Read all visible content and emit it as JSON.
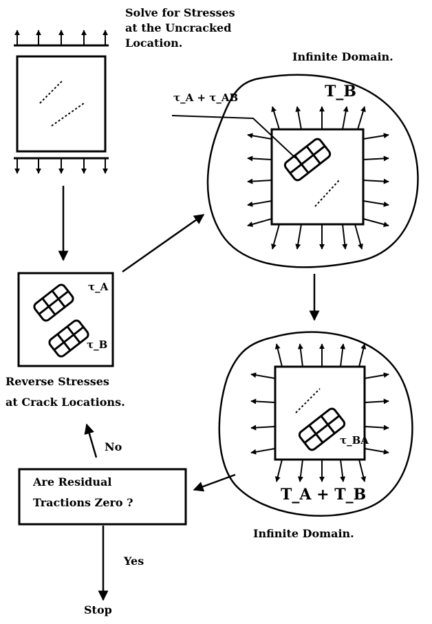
{
  "top_label": [
    "Solve for Stresses",
    "at the Uncracked",
    "Location."
  ],
  "infinite_domain_top": "Infinite Domain.",
  "infinite_domain_bottom": "Infinite Domain.",
  "tau_a_plus_tau_ab": "τ_A + τ_AB",
  "t_b": "T_B",
  "tau_a": "τ_A",
  "tau_b": "τ_B",
  "tau_ba": "τ_BA",
  "t_a_plus_t_b": "T_A + T_B",
  "reverse_label": [
    "Reverse Stresses",
    "at Crack Locations."
  ],
  "decision_label": [
    "Are Residual",
    "Tractions Zero ?"
  ],
  "no_label": "No",
  "yes_label": "Yes",
  "stop_label": "Stop"
}
